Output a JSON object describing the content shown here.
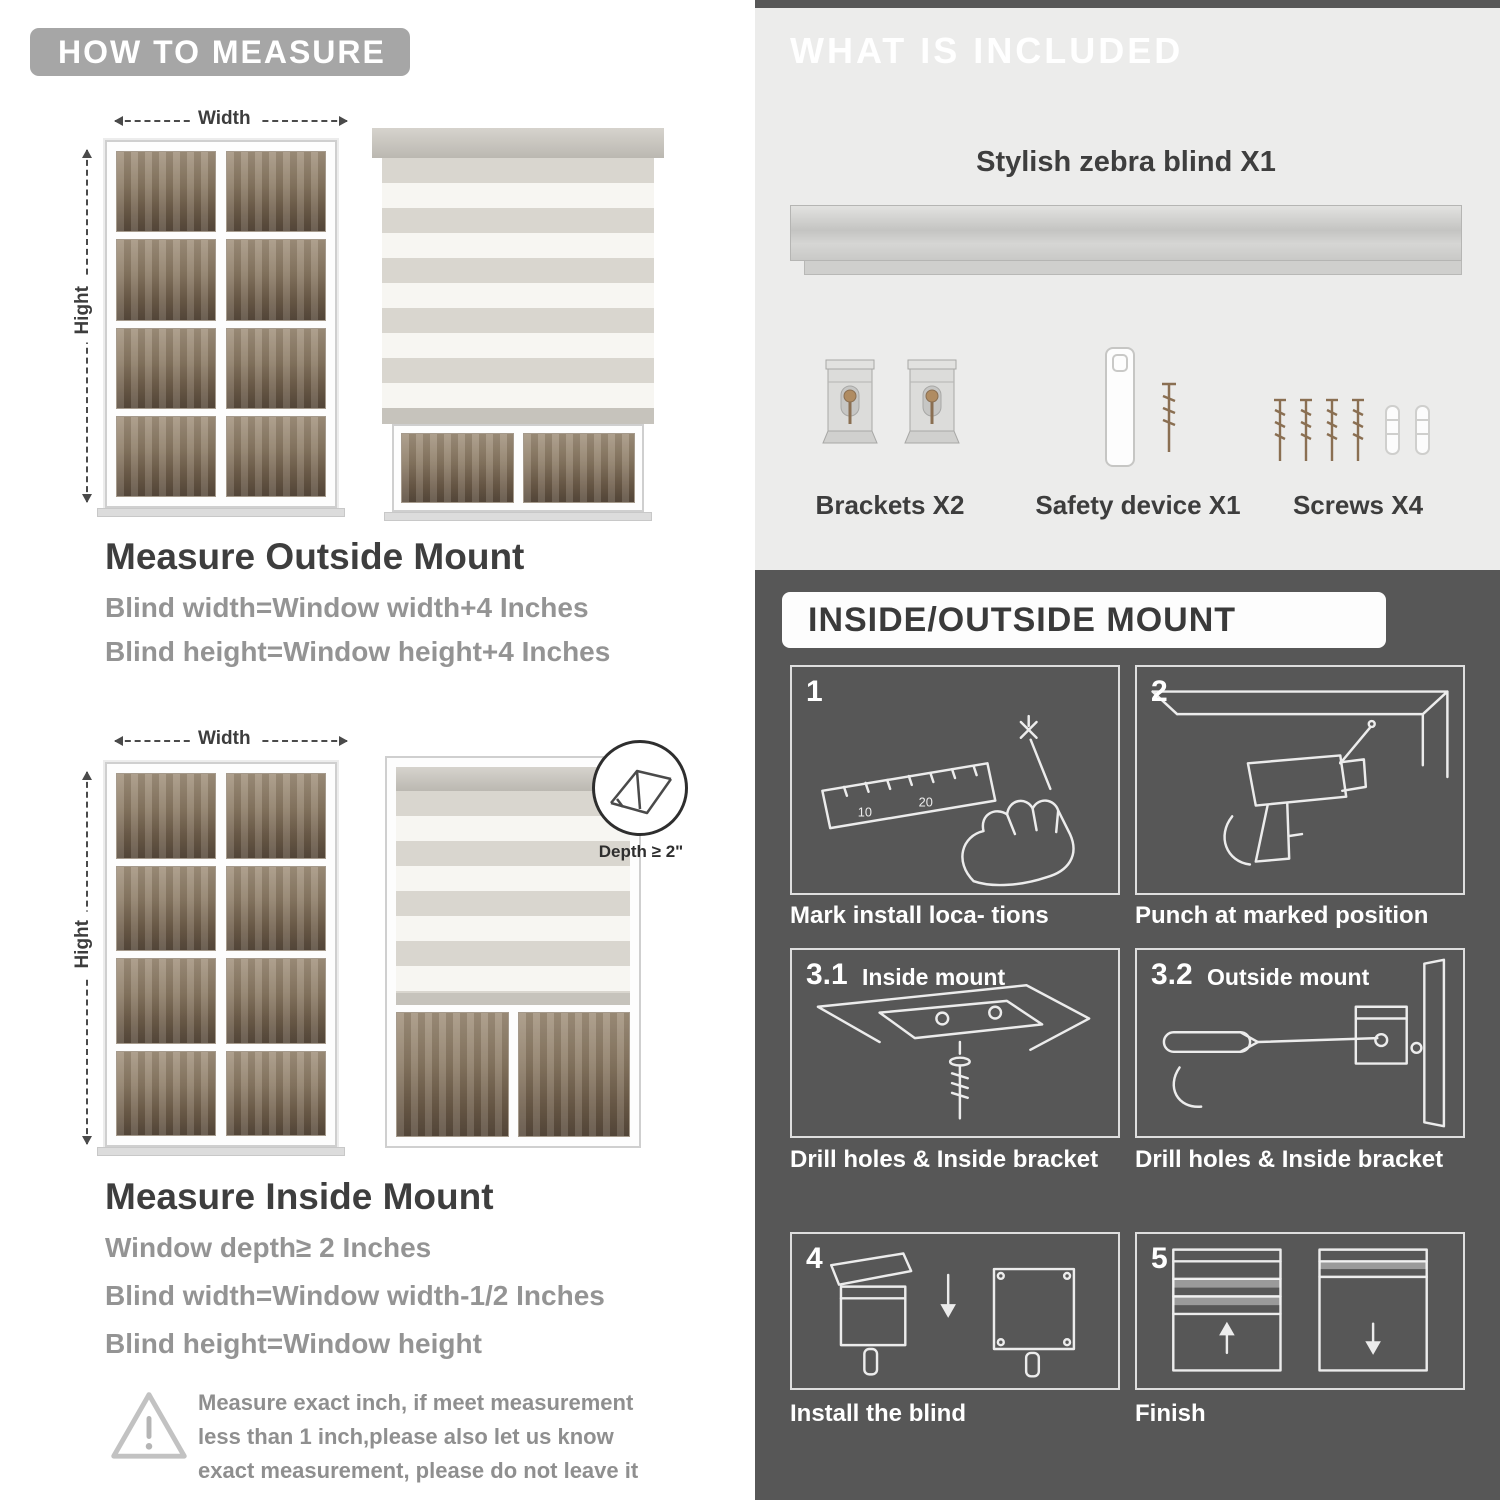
{
  "left": {
    "banner": "HOW TO MEASURE",
    "outside": {
      "width_label": "Width",
      "height_label": "Hight",
      "heading": "Measure Outside Mount",
      "rule1": "Blind width=Window width+4 Inches",
      "rule2": "Blind height=Window height+4 Inches"
    },
    "inside": {
      "width_label": "Width",
      "height_label": "Hight",
      "depth_label": "Depth ≥ 2\"",
      "heading": "Measure Inside Mount",
      "rule1": "Window depth≥ 2 Inches",
      "rule2": "Blind width=Window width-1/2 Inches",
      "rule3": "Blind height=Window height"
    },
    "note": "Measure exact inch, if meet measurement less than 1 inch,please also let us know exact measurement, please do not leave it"
  },
  "right": {
    "included": {
      "banner": "WHAT IS INCLUDED",
      "blind_label": "Stylish zebra blind X1",
      "brackets_label": "Brackets X2",
      "safety_label": "Safety device X1",
      "screws_label": "Screws X4"
    },
    "mount": {
      "banner": "INSIDE/OUTSIDE MOUNT",
      "steps": [
        {
          "num": "1",
          "caption": "Mark install loca- tions"
        },
        {
          "num": "2",
          "caption": "Punch at  marked position"
        },
        {
          "num": "3.1",
          "label": "Inside mount",
          "caption": "Drill holes &  Inside bracket"
        },
        {
          "num": "3.2",
          "label": "Outside mount",
          "caption": "Drill holes &  Inside bracket"
        },
        {
          "num": "4",
          "caption": "Install the blind"
        },
        {
          "num": "5",
          "caption": "Finish"
        }
      ]
    },
    "colors": {
      "dark": "#575757",
      "light": "#ececeb"
    }
  }
}
